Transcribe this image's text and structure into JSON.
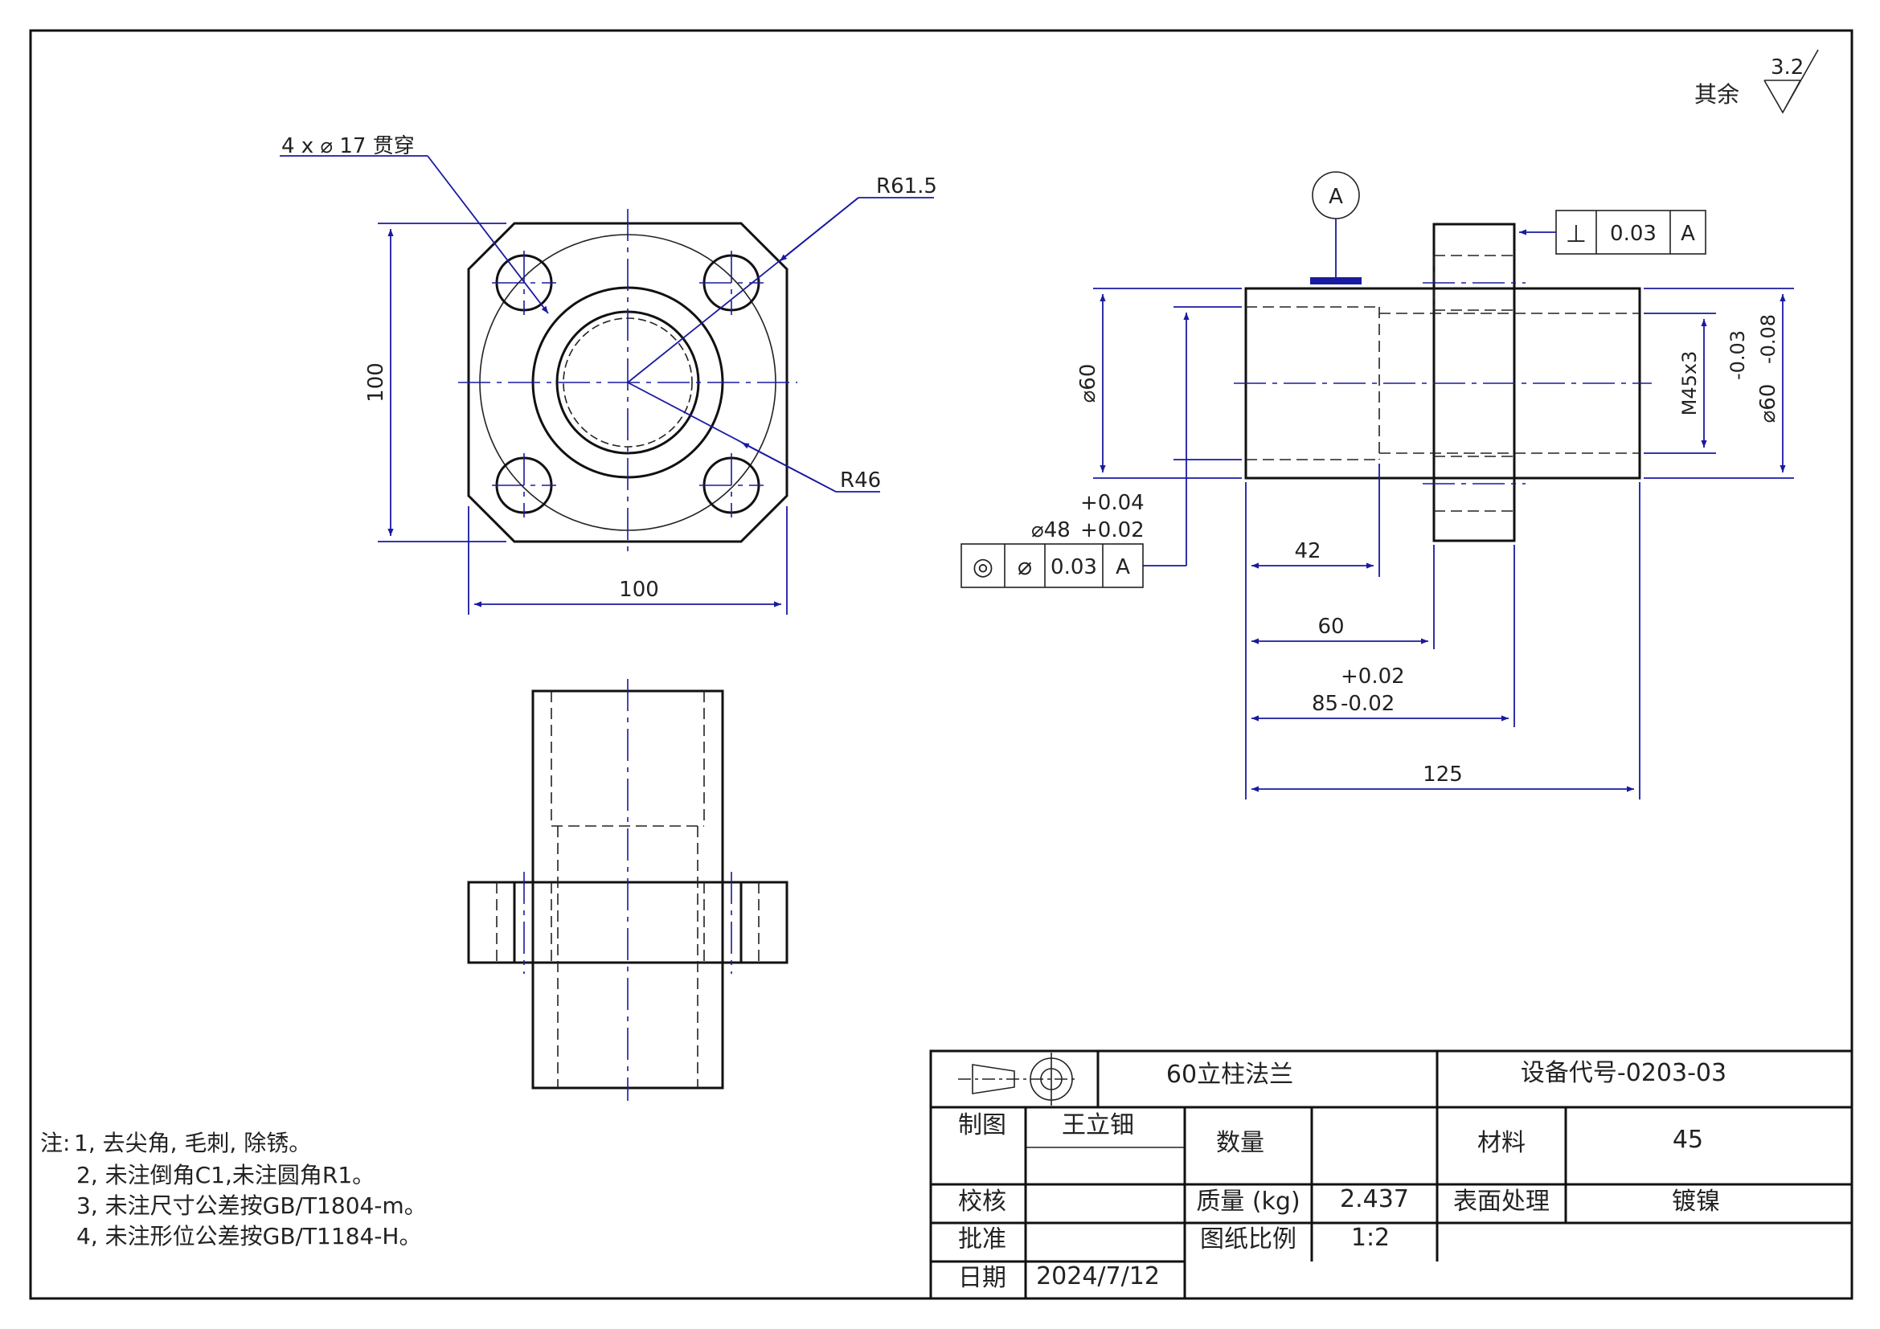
{
  "drawing": {
    "roughness": {
      "label": "其余",
      "value": "3.2"
    },
    "front_view": {
      "hole_callout": "4 x ⌀ 17 贯穿",
      "radius_outer": "R61.5",
      "radius_inner": "R46",
      "height_dim": "100",
      "width_dim": "100"
    },
    "side_view": {
      "datum": "A",
      "perp_frame": {
        "symbol": "⊥",
        "tolerance": "0.03",
        "datum": "A"
      },
      "conc_frame": {
        "symbol": "◎",
        "dia": "⌀",
        "tolerance": "0.03",
        "datum": "A"
      },
      "dia60_left": "⌀60",
      "dia48_base": "⌀48",
      "dia48_tol_upper": "+0.04",
      "dia48_tol_lower": "+0.02",
      "thread": "M45x3",
      "dia60_right": "⌀60",
      "dia60_tol_upper": "-0.03",
      "dia60_tol_lower": "-0.08",
      "dim_42": "42",
      "dim_60": "60",
      "dim_85_base": "85",
      "dim_85_tol_upper": "+0.02",
      "dim_85_tol_lower": "-0.02",
      "dim_125": "125"
    },
    "notes": {
      "prefix": "注:",
      "lines": [
        "1, 去尖角, 毛刺, 除锈。",
        "2, 未注倒角C1,未注圆角R1。",
        "3, 未注尺寸公差按GB/T1804-m。",
        "4, 未注形位公差按GB/T1184-H。"
      ]
    },
    "title_block": {
      "part_name": "60立柱法兰",
      "equipment_code": "设备代号-0203-03",
      "drawn_label": "制图",
      "drawn_by": "王立钿",
      "check_label": "校核",
      "approve_label": "批准",
      "date_label": "日期",
      "date": "2024/7/12",
      "qty_label": "数量",
      "mass_label": "质量 (kg)",
      "mass": "2.437",
      "scale_label": "图纸比例",
      "scale": "1:2",
      "material_label": "材料",
      "material": "45",
      "surface_label": "表面处理",
      "surface": "镀镍"
    }
  }
}
